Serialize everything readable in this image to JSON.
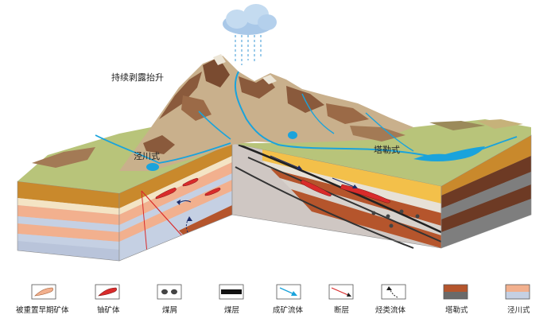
{
  "labels": {
    "uplift": "持续剥露抬升",
    "jingchuan": "泾川式",
    "talei": "塔勒式"
  },
  "legend": [
    {
      "name": "被重置早期矿体",
      "icon": "reworked-orebody-icon"
    },
    {
      "name": "铀矿体",
      "icon": "uranium-orebody-icon"
    },
    {
      "name": "煤屑",
      "icon": "coal-debris-icon"
    },
    {
      "name": "煤层",
      "icon": "coal-seam-icon"
    },
    {
      "name": "成矿流体",
      "icon": "ore-fluid-arrow-icon"
    },
    {
      "name": "断层",
      "icon": "fault-icon"
    },
    {
      "name": "烃类流体",
      "icon": "hydrocarbon-fluid-icon"
    },
    {
      "name": "塔勒式",
      "icon": "talei-strata-icon"
    },
    {
      "name": "泾川式",
      "icon": "jingchuan-strata-icon"
    }
  ],
  "colors": {
    "terrain_green": "#b8c47a",
    "terrain_brown": "#8a5a3c",
    "water": "#1aa3dc",
    "stratum_yellow": "#f3c04a",
    "stratum_red_brown": "#b5552c",
    "stratum_dark": "#6d3a24",
    "stratum_grey": "#7e7e7e",
    "stratum_pink": "#f2b08e",
    "stratum_blue": "#c5d0e3",
    "orebody_red": "#d92b2b"
  }
}
